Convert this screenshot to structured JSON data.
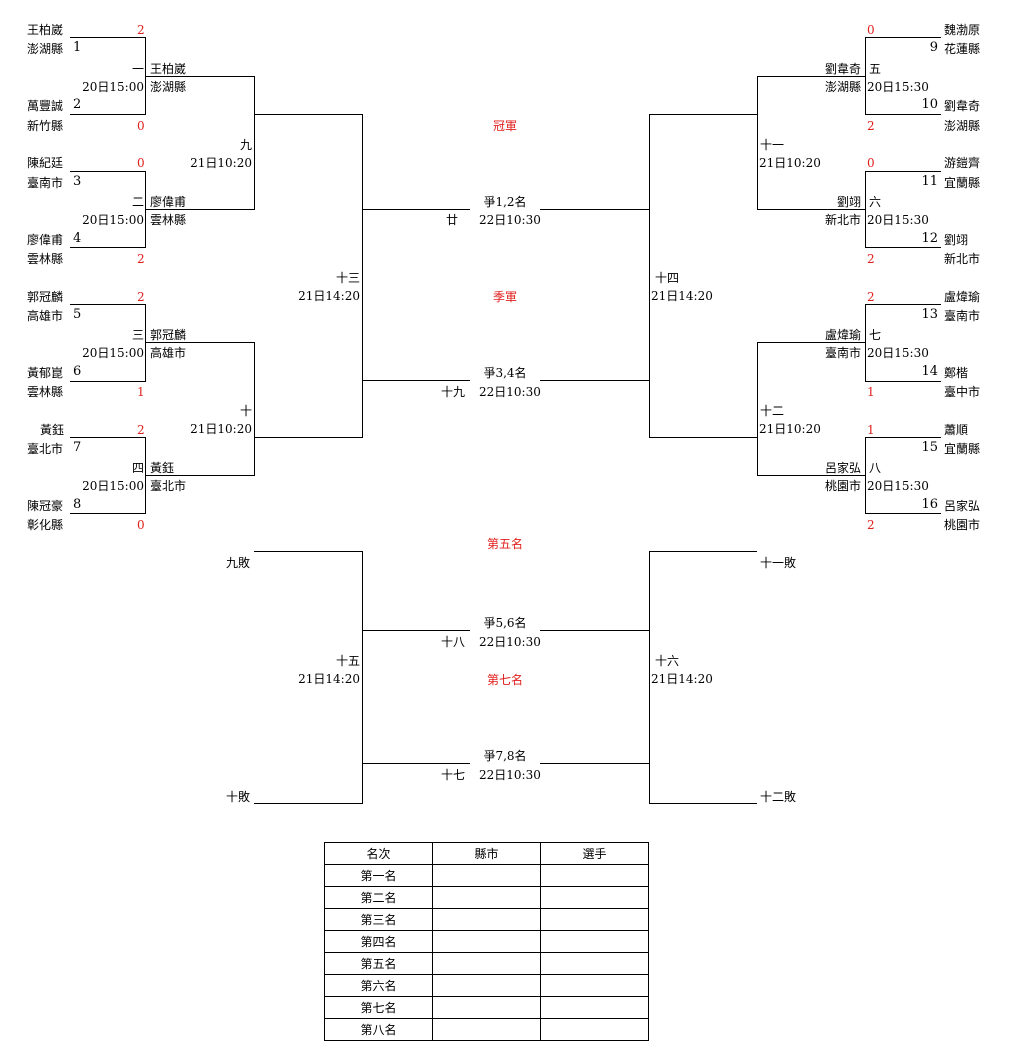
{
  "left": {
    "players": [
      {
        "seed": "1",
        "name": "王柏崴",
        "county": "澎湖縣",
        "score": "2"
      },
      {
        "seed": "2",
        "name": "萬豐誠",
        "county": "新竹縣",
        "score": "0"
      },
      {
        "seed": "3",
        "name": "陳紀廷",
        "county": "臺南市",
        "score": "0"
      },
      {
        "seed": "4",
        "name": "廖偉甫",
        "county": "雲林縣",
        "score": "2"
      },
      {
        "seed": "5",
        "name": "郭冠麟",
        "county": "高雄市",
        "score": "2"
      },
      {
        "seed": "6",
        "name": "黃郁崑",
        "county": "雲林縣",
        "score": "1"
      },
      {
        "seed": "7",
        "name": "黃鈺",
        "county": "臺北市",
        "score": "2"
      },
      {
        "seed": "8",
        "name": "陳冠豪",
        "county": "彰化縣",
        "score": "0"
      }
    ],
    "matches": [
      {
        "no": "一",
        "time": "20日15:00",
        "winner_name": "王柏崴",
        "winner_county": "澎湖縣"
      },
      {
        "no": "二",
        "time": "20日15:00",
        "winner_name": "廖偉甫",
        "winner_county": "雲林縣"
      },
      {
        "no": "三",
        "time": "20日15:00",
        "winner_name": "郭冠麟",
        "winner_county": "高雄市"
      },
      {
        "no": "四",
        "time": "20日15:00",
        "winner_name": "黃鈺",
        "winner_county": "臺北市"
      }
    ],
    "semis": [
      {
        "no": "九",
        "time": "21日10:20"
      },
      {
        "no": "十",
        "time": "21日10:20"
      }
    ],
    "final": {
      "no": "十三",
      "time": "21日14:20"
    }
  },
  "right": {
    "players": [
      {
        "seed": "9",
        "name": "魏渤原",
        "county": "花蓮縣",
        "score": "0"
      },
      {
        "seed": "10",
        "name": "劉韋奇",
        "county": "澎湖縣",
        "score": "2"
      },
      {
        "seed": "11",
        "name": "游鎧齊",
        "county": "宜蘭縣",
        "score": "0"
      },
      {
        "seed": "12",
        "name": "劉翊",
        "county": "新北市",
        "score": "2"
      },
      {
        "seed": "13",
        "name": "盧煒瑜",
        "county": "臺南市",
        "score": "2"
      },
      {
        "seed": "14",
        "name": "鄭楷",
        "county": "臺中市",
        "score": "1"
      },
      {
        "seed": "15",
        "name": "蕭順",
        "county": "宜蘭縣",
        "score": "1"
      },
      {
        "seed": "16",
        "name": "呂家弘",
        "county": "桃園市",
        "score": "2"
      }
    ],
    "matches": [
      {
        "no": "五",
        "time": "20日15:30",
        "winner_name": "劉韋奇",
        "winner_county": "澎湖縣"
      },
      {
        "no": "六",
        "time": "20日15:30",
        "winner_name": "劉翊",
        "winner_county": "新北市"
      },
      {
        "no": "七",
        "time": "20日15:30",
        "winner_name": "盧煒瑜",
        "winner_county": "臺南市"
      },
      {
        "no": "八",
        "time": "20日15:30",
        "winner_name": "呂家弘",
        "winner_county": "桃園市"
      }
    ],
    "semis": [
      {
        "no": "十一",
        "time": "21日10:20"
      },
      {
        "no": "十二",
        "time": "21日10:20"
      }
    ],
    "final": {
      "no": "十四",
      "time": "21日14:20"
    }
  },
  "center": {
    "champion_label": "冠軍",
    "final12": {
      "label": "爭1,2名",
      "no": "廿",
      "time": "22日10:30"
    },
    "third_label": "季軍",
    "final34": {
      "label": "爭3,4名",
      "no": "十九",
      "time": "22日10:30"
    },
    "fifth_label": "第五名",
    "final56": {
      "label": "爭5,6名",
      "no": "十八",
      "time": "22日10:30"
    },
    "seventh_label": "第七名",
    "final78": {
      "label": "爭7,8名",
      "no": "十七",
      "time": "22日10:30"
    }
  },
  "placement": {
    "loser9": "九敗",
    "loser10": "十敗",
    "loser11": "十一敗",
    "loser12": "十二敗",
    "left": {
      "no": "十五",
      "time": "21日14:20"
    },
    "right": {
      "no": "十六",
      "time": "21日14:20"
    }
  },
  "results_table": {
    "headers": [
      "名次",
      "縣市",
      "選手"
    ],
    "ranks": [
      "第一名",
      "第二名",
      "第三名",
      "第四名",
      "第五名",
      "第六名",
      "第七名",
      "第八名"
    ]
  }
}
